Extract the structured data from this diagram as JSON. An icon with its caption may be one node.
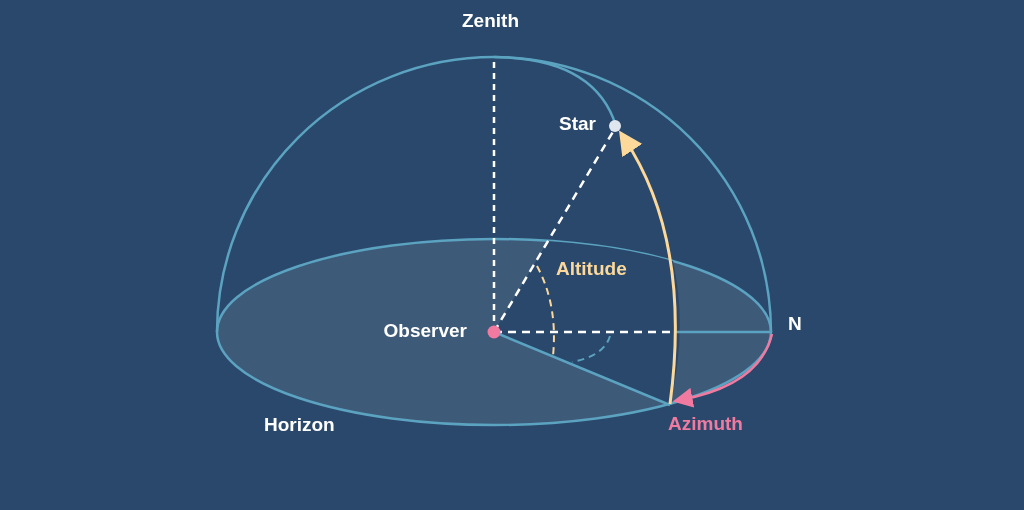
{
  "diagram": {
    "labels": [
      "Zenith",
      "Star",
      "Altitude",
      "Observer",
      "N",
      "Horizon",
      "Azimuth"
    ]
  }
}
